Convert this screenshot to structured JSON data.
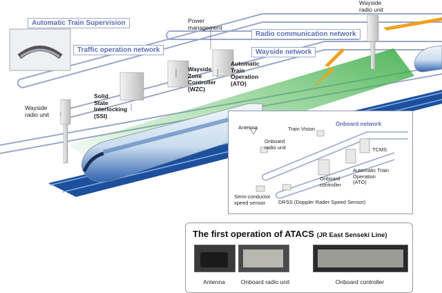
{
  "diagram": {
    "ats_label": "Automatic Train Supervision",
    "power_label": "Power\nmanagement",
    "radio_network_label": "Radio communication network",
    "traffic_network_label": "Traffic operation network",
    "wayside_network_label": "Wayside network",
    "wayside_radio_top_label": "Wayside\nradio unit",
    "wayside_radio_left_label": "Wayside\nradio unit",
    "ssi_label": "Solid\nState\nInterlocking\n(SSI)",
    "wzc_label": "Wayside\nZone\nController\n(WZC)",
    "ato_label": "Automatic\nTrain\nOperation\n(ATO)"
  },
  "onboard": {
    "title": "Onboard network",
    "antenna": "Antenna",
    "train_vision": "Train Vision",
    "onboard_radio": "Onboard\nradio unit",
    "tcms": "TCMS",
    "ato": "Automatic Train Operation\n(ATO)",
    "onboard_controller": "Onboard\ncontroller",
    "semiconductor": "Semi-conductor\nspeed sensor",
    "drss": "DRSS (Doppler Rader Speed Sensor)"
  },
  "photos": {
    "title": "The first operation of ATACS",
    "subtitle": "(JR East Senseki Line)",
    "captions": [
      "Antenna",
      "Onboard radio unit",
      "Onboard controller"
    ]
  },
  "colors": {
    "network_line": "#9aa7c9",
    "network_text": "#5b6fb3",
    "radio_bolt": "#f0a020",
    "beam_green": "#5cbf5c",
    "track_blue": "#1e4f9c",
    "train_body": "#d8e6f2"
  }
}
